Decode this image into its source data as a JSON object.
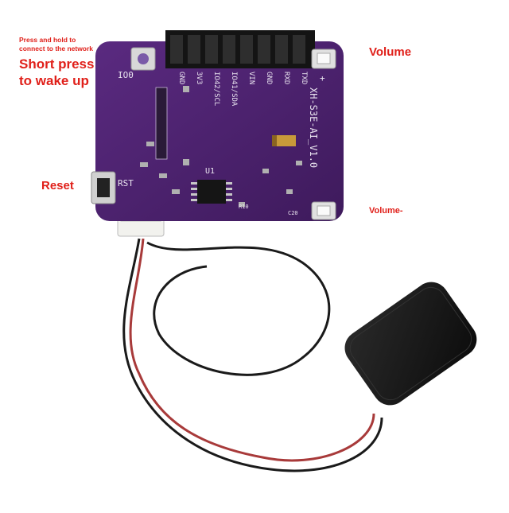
{
  "annotations": {
    "press_hold_line1": "Press and hold to",
    "press_hold_line2": "connect to the network",
    "short_press_line1": "Short press",
    "short_press_line2": "to wake up",
    "reset": "Reset",
    "volume_up": "Volume",
    "volume_down": "Volume-"
  },
  "board": {
    "model": "XH-S3E-AI_V1.0",
    "button_io0": "IO0",
    "button_rst": "RST",
    "chip_label": "U1",
    "resistor_label": "R10",
    "cap_label": "C20",
    "plus_sign": "+",
    "pins": [
      "GND",
      "3V3",
      "IO42/SCL",
      "IO41/SDA",
      "VIN",
      "GND",
      "RXD",
      "TXD"
    ]
  },
  "colors": {
    "pcb": "#4a1e6b",
    "header": "#1a1a1a",
    "annotation": "#e0201a",
    "sensor": "#141414"
  }
}
